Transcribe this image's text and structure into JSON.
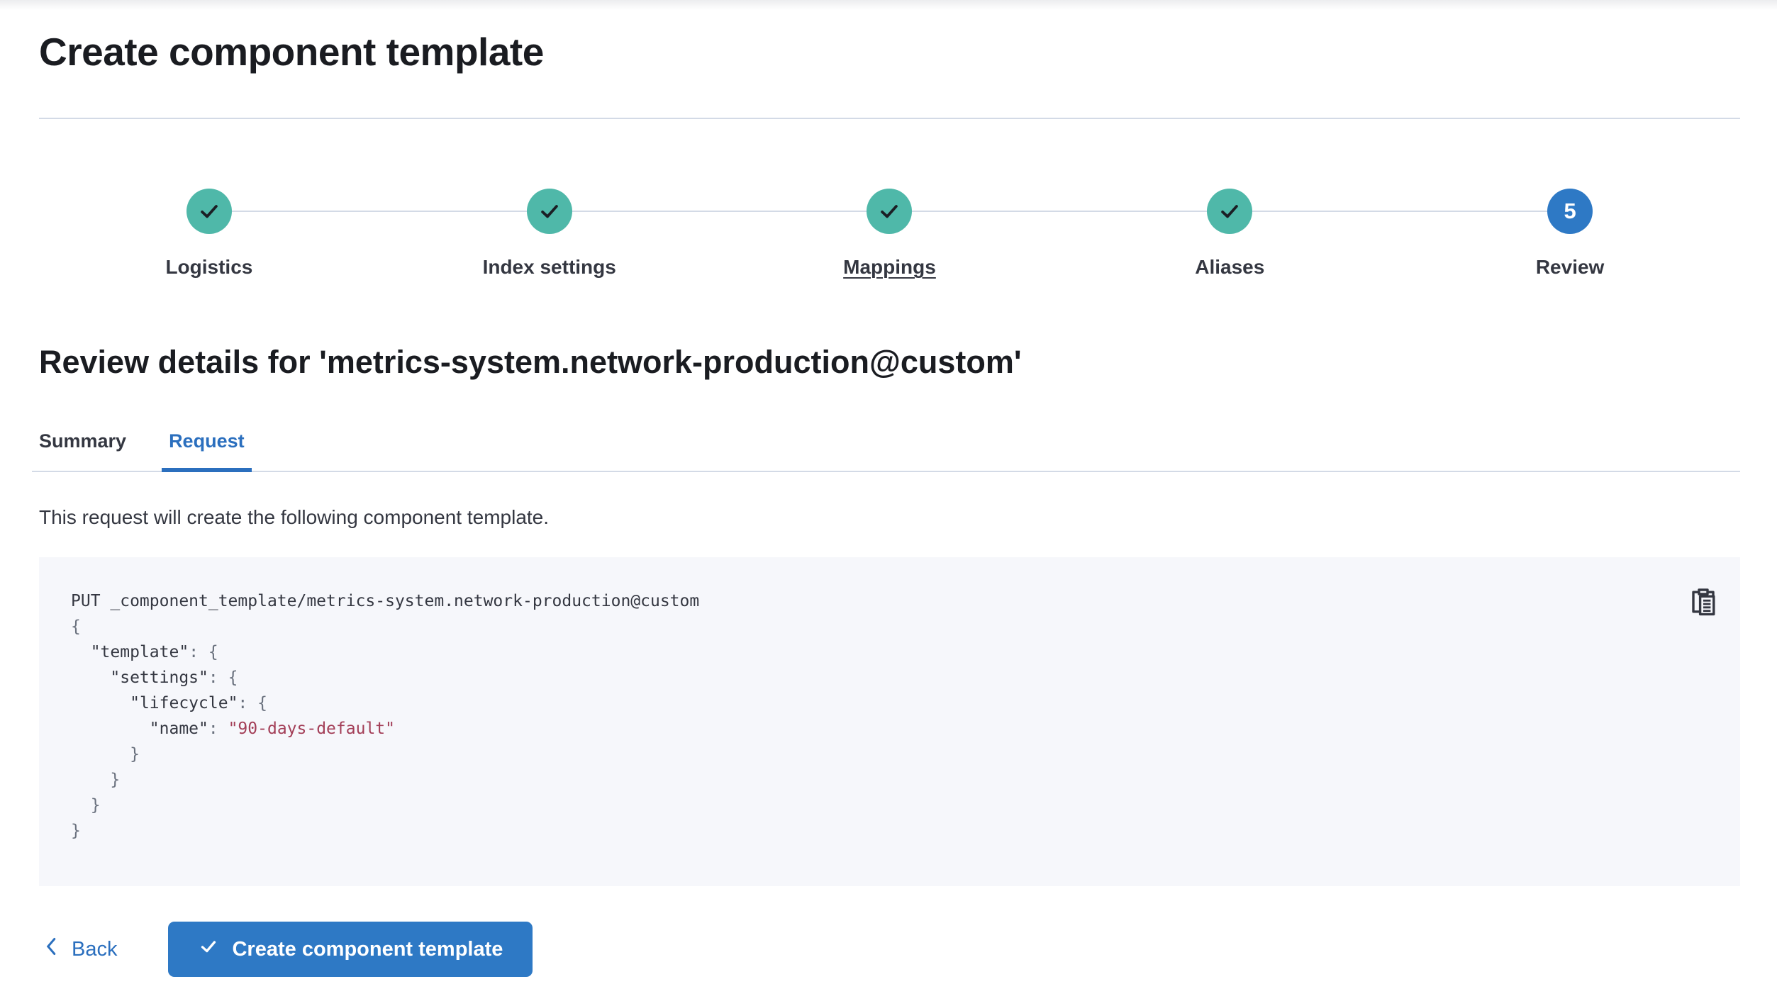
{
  "colors": {
    "primary": "#2e79c5",
    "link": "#2b6fbe",
    "success": "#4fb8a9",
    "line": "#d3dae6",
    "heading": "#1a1c21",
    "text": "#343741",
    "code-bg": "#f6f7fb",
    "code-punct": "#69707d",
    "code-string": "#a33e57",
    "check": "#1b1e24"
  },
  "page": {
    "title": "Create component template"
  },
  "stepper": {
    "steps": [
      {
        "label": "Logistics",
        "status": "complete",
        "icon": "check-icon"
      },
      {
        "label": "Index settings",
        "status": "complete",
        "icon": "check-icon"
      },
      {
        "label": "Mappings",
        "status": "complete",
        "icon": "check-icon",
        "underlined": true
      },
      {
        "label": "Aliases",
        "status": "complete",
        "icon": "check-icon"
      },
      {
        "label": "Review",
        "status": "current",
        "number": "5"
      }
    ]
  },
  "review": {
    "heading": "Review details for 'metrics-system.network-production@custom'"
  },
  "tabs": [
    {
      "label": "Summary",
      "active": false
    },
    {
      "label": "Request",
      "active": true
    }
  ],
  "request_tab": {
    "description": "This request will create the following component template.",
    "copy_icon": "copy-clipboard-icon",
    "code_lines": [
      [
        {
          "t": "PUT _component_template/metrics-system.network-production@custom",
          "c": "plain"
        }
      ],
      [
        {
          "t": "{",
          "c": "punct"
        }
      ],
      [
        {
          "t": "  ",
          "c": "plain"
        },
        {
          "t": "\"template\"",
          "c": "key"
        },
        {
          "t": ": ",
          "c": "punct"
        },
        {
          "t": "{",
          "c": "punct"
        }
      ],
      [
        {
          "t": "    ",
          "c": "plain"
        },
        {
          "t": "\"settings\"",
          "c": "key"
        },
        {
          "t": ": ",
          "c": "punct"
        },
        {
          "t": "{",
          "c": "punct"
        }
      ],
      [
        {
          "t": "      ",
          "c": "plain"
        },
        {
          "t": "\"lifecycle\"",
          "c": "key"
        },
        {
          "t": ": ",
          "c": "punct"
        },
        {
          "t": "{",
          "c": "punct"
        }
      ],
      [
        {
          "t": "        ",
          "c": "plain"
        },
        {
          "t": "\"name\"",
          "c": "key"
        },
        {
          "t": ": ",
          "c": "punct"
        },
        {
          "t": "\"90-days-default\"",
          "c": "string"
        }
      ],
      [
        {
          "t": "      }",
          "c": "punct"
        }
      ],
      [
        {
          "t": "    }",
          "c": "punct"
        }
      ],
      [
        {
          "t": "  }",
          "c": "punct"
        }
      ],
      [
        {
          "t": "}",
          "c": "punct"
        }
      ]
    ]
  },
  "footer": {
    "back_label": "Back",
    "back_icon": "chevron-left-icon",
    "submit_label": "Create component template",
    "submit_icon": "check-icon"
  }
}
